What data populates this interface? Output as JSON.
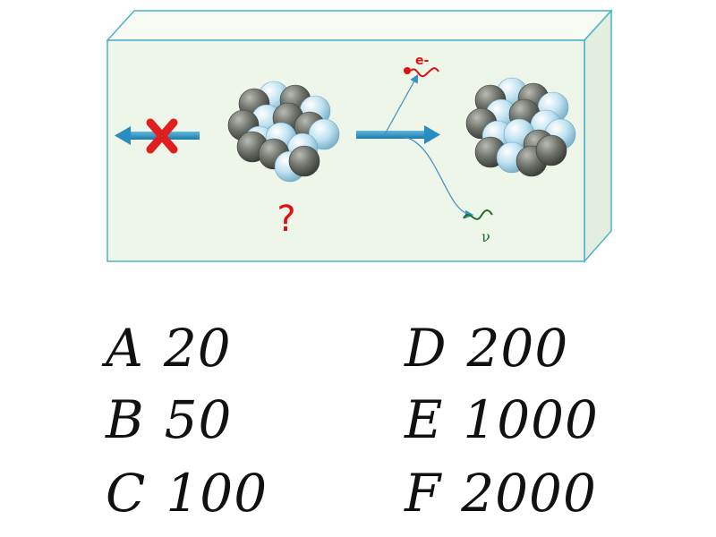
{
  "labels": {
    "question_mark": "?",
    "electron": "e-",
    "neutrino": "ν"
  },
  "colors": {
    "box_face": "#eef6ea",
    "box_top": "#f7fbf4",
    "box_side": "#e3eedf",
    "box_edge": "#4ab3c9",
    "arrow_blue": "#2a8dbf",
    "cross_red": "#e02020",
    "electron_red": "#dd1111",
    "neutrino_green": "#1f6e2a",
    "neutron_gray": "#6b6e66",
    "proton_blue": "#b9dff0"
  },
  "options": [
    {
      "letter": "A",
      "value": "20"
    },
    {
      "letter": "B",
      "value": "50"
    },
    {
      "letter": "C",
      "value": "100"
    },
    {
      "letter": "D",
      "value": "200"
    },
    {
      "letter": "E",
      "value": "1000"
    },
    {
      "letter": "F",
      "value": "2000"
    }
  ]
}
